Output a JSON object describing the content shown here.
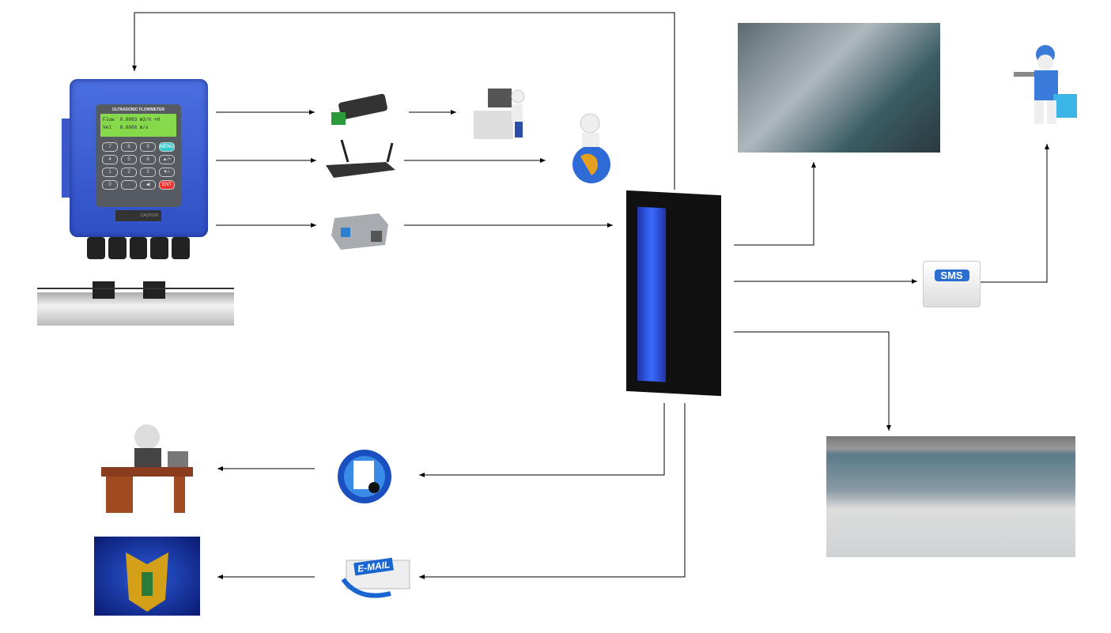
{
  "flowmeter": {
    "title": "ULTRASONIC FLOWMETER",
    "lcd_line1": "Flow  0.0083 m3/h +H",
    "lcd_line2": "Vel   0.0006 m/s",
    "keys": [
      "7",
      "8",
      "9",
      "MENU",
      "4",
      "5",
      "6",
      "▲/+",
      "1",
      "2",
      "3",
      "▼/-",
      "0",
      "·",
      "◀",
      "ENT"
    ],
    "caution": "CAUTION"
  },
  "sms_label": "SMS",
  "email_label": "E-MAIL",
  "colors": {
    "wire": "#000000",
    "flowmeter_body": "#3a5ad0",
    "rack_glow": "#3a6cff",
    "lcd": "#86d94a"
  }
}
